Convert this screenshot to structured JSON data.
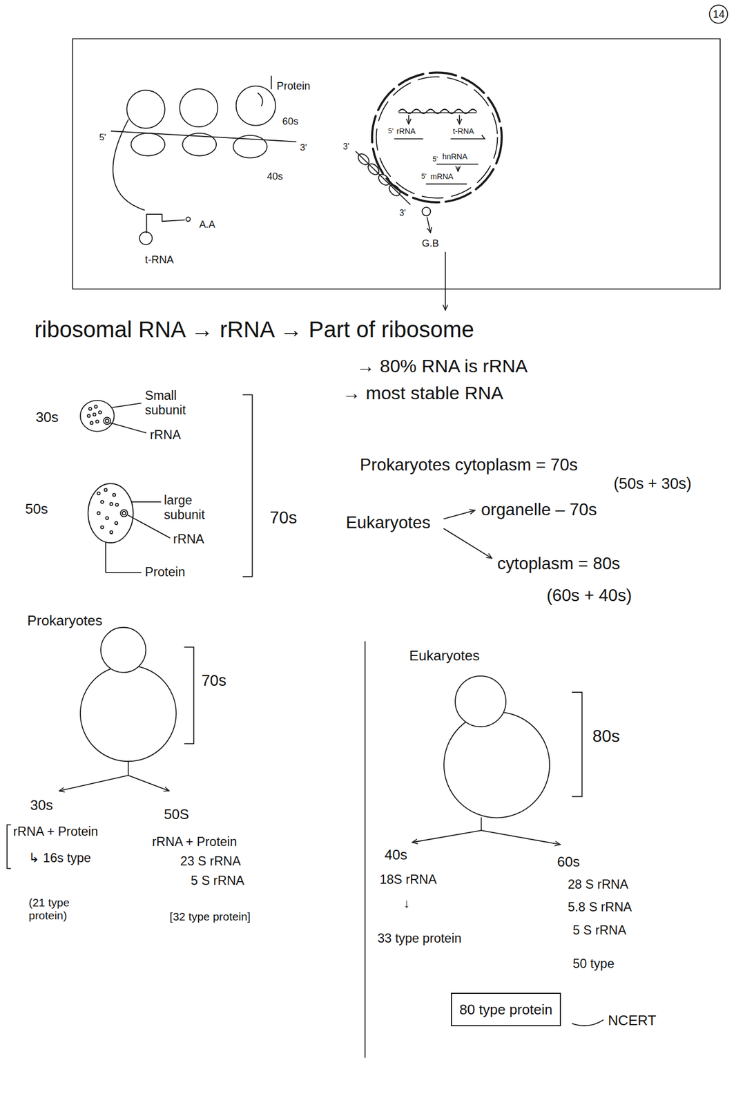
{
  "diagram": {
    "nodes": [
      {
        "text": [
          "14"
        ]
      },
      {
        "text": [
          "80 type protein"
        ]
      }
    ],
    "labels": [
      "Protein",
      "60s",
      "5'",
      "3'",
      "40s",
      "A.A",
      "t-RNA",
      "5'",
      "rRNA",
      "t-RNA",
      "5'",
      "hnRNA",
      "5'",
      "mRNA",
      "3'",
      "3'",
      "G.B",
      "ribosomal RNA → rRNA → Part of ribosome",
      "→ 80% RNA is rRNA",
      "→ most stable RNA",
      "30s",
      "Small subunit",
      "rRNA",
      "50s",
      "large subunit",
      "rRNA",
      "Protein",
      "70s",
      "Prokaryotes cytoplasm = 70s",
      "(50s + 30s)",
      "Eukaryotes",
      "organelle – 70s",
      "cytoplasm = 80s",
      "(60s + 40s)",
      "Prokaryotes",
      "70s",
      "30s",
      "rRNA + Protein",
      "↳ 16s type",
      "(21 type protein)",
      "50S",
      "rRNA + Protein",
      "23 S rRNA",
      "5 S rRNA",
      "[32 type protein]",
      "Eukaryotes",
      "80s",
      "40s",
      "18S rRNA",
      "↓",
      "33 type protein",
      "60s",
      "28 S rRNA",
      "5.8 S rRNA",
      "5 S rRNA",
      "50 type",
      "NCERT"
    ]
  }
}
